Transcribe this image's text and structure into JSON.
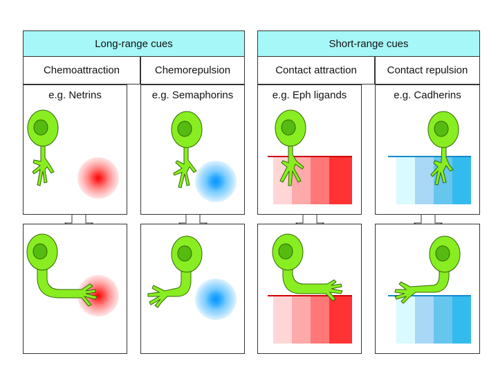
{
  "headers": {
    "long_range": "Long-range cues",
    "short_range": "Short-range cues"
  },
  "columns": [
    {
      "title": "Chemoattraction",
      "example": "e.g. Netrins"
    },
    {
      "title": "Chemorepulsion",
      "example": "e.g. Semaphorins"
    },
    {
      "title": "Contact attraction",
      "example": "e.g. Eph ligands"
    },
    {
      "title": "Contact repulsion",
      "example": "e.g. Cadherins"
    }
  ],
  "colors": {
    "header_bg": "#a6f7f7",
    "neuron_fill": "#88ee22",
    "neuron_nucleus": "#55bb11",
    "attractant": "#ff2222",
    "repellent": "#22bbff"
  }
}
